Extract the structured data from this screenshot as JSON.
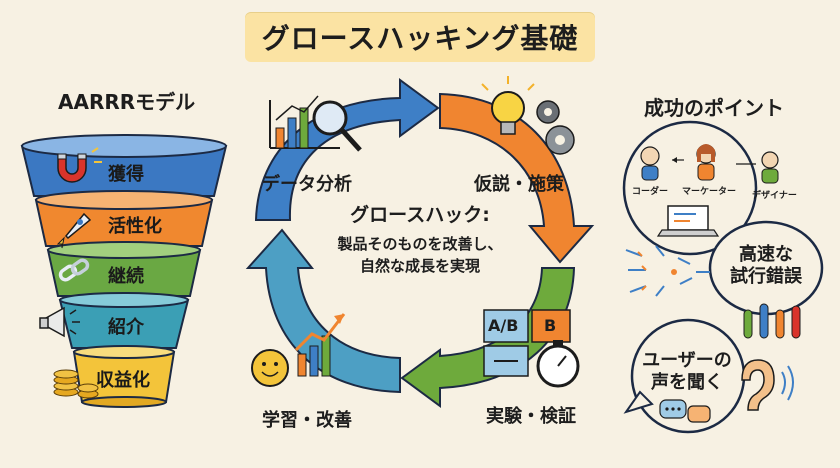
{
  "title": "グロースハッキング基礎",
  "funnel": {
    "heading": "AARRRモデル",
    "stages": [
      "獲得",
      "活性化",
      "継続",
      "紹介",
      "収益化"
    ]
  },
  "cycle": {
    "steps": [
      "データ分析",
      "仮説・施策",
      "実験・検証",
      "学習・改善"
    ],
    "center_title": "グロースハック:",
    "center_lines": [
      "製品そのものを改善し、",
      "自然な成長を実現"
    ],
    "ab_labels": [
      "A/B",
      "B"
    ]
  },
  "points": {
    "heading": "成功のポイント",
    "roles": [
      "コーダー",
      "マーケーター",
      "デザイナー"
    ],
    "bubble_speed": [
      "高速な",
      "試行錯誤"
    ],
    "bubble_voice": [
      "ユーザーの",
      "声を聞く"
    ]
  },
  "colors": {
    "funnel": [
      "#3b78c2",
      "#f0882f",
      "#6aa843",
      "#3b9fb5",
      "#f3c43a"
    ],
    "arrow_blue": "#3e7fc6",
    "arrow_orange": "#f08530",
    "arrow_green": "#6eaa3c",
    "arrow_teal": "#4d9fc4"
  }
}
